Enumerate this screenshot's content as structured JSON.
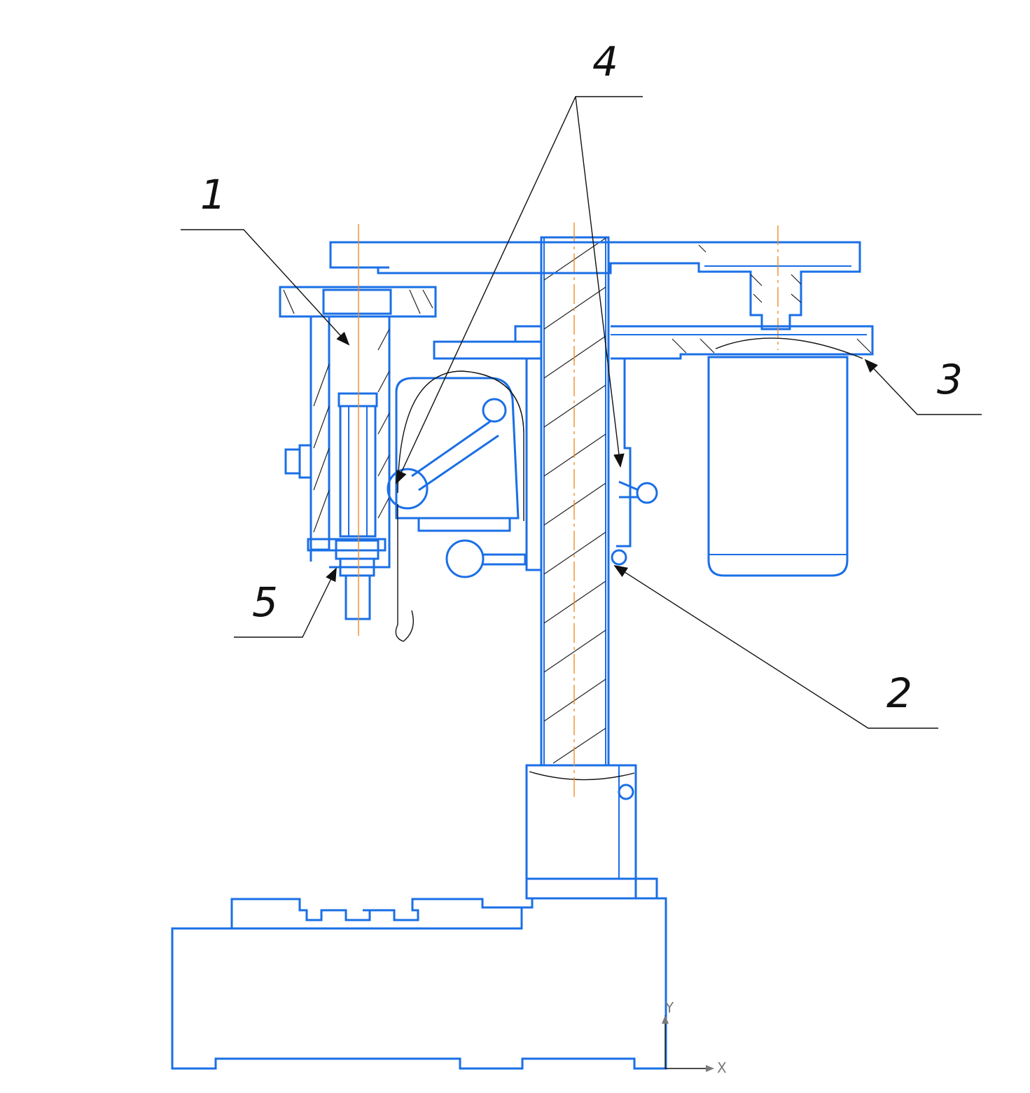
{
  "callouts": [
    {
      "id": "1",
      "text": "1"
    },
    {
      "id": "2",
      "text": "2"
    },
    {
      "id": "3",
      "text": "3"
    },
    {
      "id": "4",
      "text": "4"
    },
    {
      "id": "5",
      "text": "5"
    }
  ],
  "axes": {
    "x": "X",
    "y": "Y"
  },
  "colors": {
    "outline": "#1a6fe6",
    "leader": "#111111",
    "centerline": "#f28c28"
  }
}
